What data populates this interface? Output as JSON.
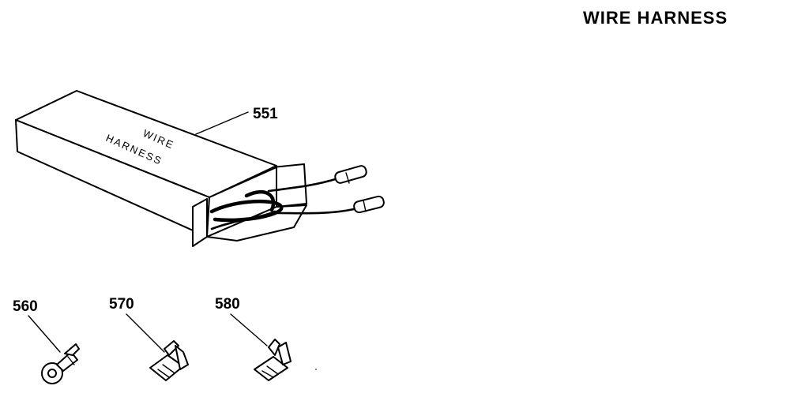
{
  "title": "WIRE HARNESS",
  "box_label_line1": "WIRE",
  "box_label_line2": "HARNESS",
  "parts": [
    {
      "number": "551",
      "name": "wire harness"
    },
    {
      "number": "560",
      "name": "ring terminal"
    },
    {
      "number": "570",
      "name": "flag terminal"
    },
    {
      "number": "580",
      "name": "quick-connect terminal"
    }
  ]
}
